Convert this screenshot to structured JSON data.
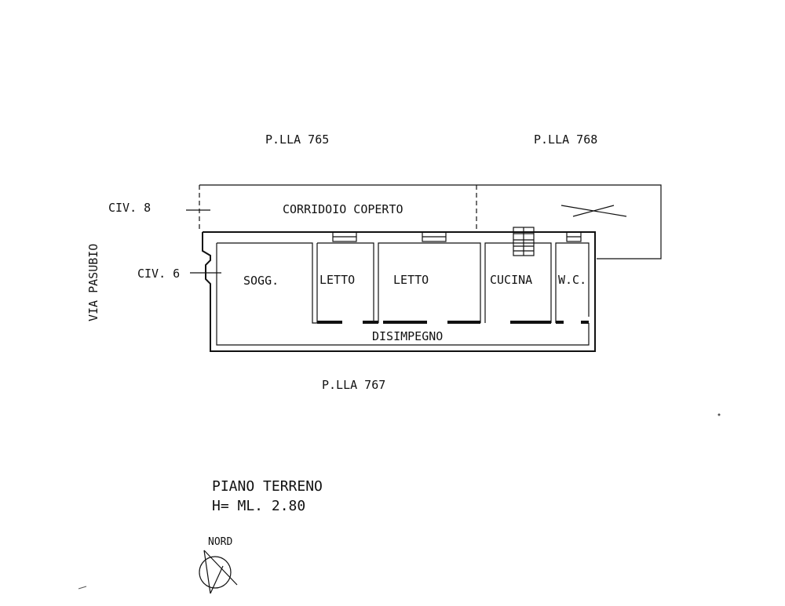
{
  "parcels": {
    "north_west": "P.LLA 765",
    "north_east": "P.LLA 768",
    "south": "P.LLA 767"
  },
  "street": "VIA PASUBIO",
  "entrances": {
    "civ8": "CIV. 8",
    "civ6": "CIV. 6"
  },
  "rooms": {
    "corridor": "CORRIDOIO COPERTO",
    "living": "SOGG.",
    "bedroom1": "LETTO",
    "bedroom2": "LETTO",
    "kitchen": "CUCINA",
    "wc": "W.C.",
    "hall": "DISIMPEGNO"
  },
  "floor": {
    "name": "PIANO TERRENO",
    "height": "H= ML. 2.80"
  },
  "north": {
    "label": "NORD"
  }
}
